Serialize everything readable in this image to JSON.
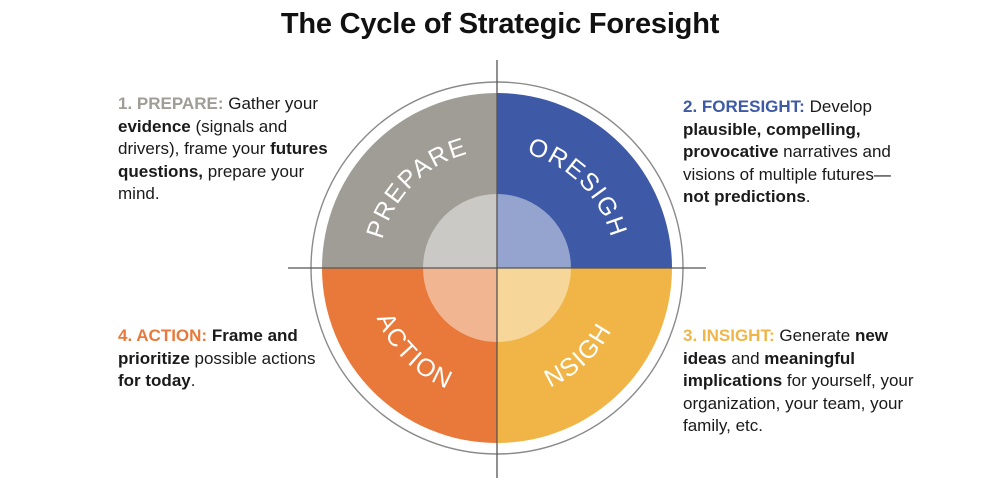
{
  "title": "The Cycle of Strategic Foresight",
  "colors": {
    "prepare": "#a09d97",
    "foresight": "#3e5aa6",
    "action": "#e8793a",
    "insight": "#f0b546",
    "axis": "#555555",
    "ring": "#8a8a8a"
  },
  "segments": {
    "prepare": "PREPARE",
    "foresight": "FORESIGHT",
    "action": "ACTION",
    "insight": "INSIGHT"
  },
  "descriptions": {
    "prepare": {
      "heading": "1. PREPARE:",
      "t1": " Gather your ",
      "b1": "evidence",
      "t2": " (signals and drivers), frame your ",
      "b2": "futures questions,",
      "t3": " prepare your mind."
    },
    "foresight": {
      "heading": "2. FORESIGHT:",
      "t1": " Develop ",
      "b1": "plausible, compelling, provocative",
      "t2": " narratives and visions of multiple futures—",
      "b2": "not predictions",
      "t3": "."
    },
    "action": {
      "heading": "4. ACTION:",
      "t1": " ",
      "b1": "Frame and prioritize",
      "t2": " possible actions ",
      "b2": "for today",
      "t3": "."
    },
    "insight": {
      "heading": "3. INSIGHT:",
      "t1": " Generate ",
      "b1": "new ideas",
      "t2": " and ",
      "b2": "meaningful implications",
      "t3": " for yourself, your organization, your team, your family, etc."
    }
  }
}
